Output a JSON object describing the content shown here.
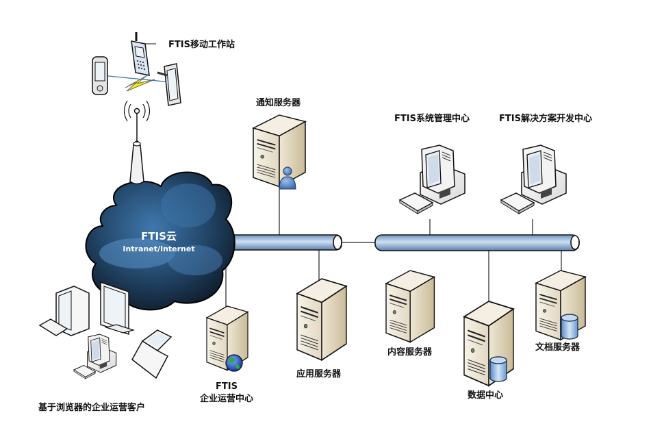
{
  "diagram": {
    "cloud": {
      "title": "FTIS云",
      "subtitle": "Intranet/Internet"
    },
    "labels": {
      "mobile_station": "FTIS移动工作站",
      "notify_server": "通知服务器",
      "sys_mgmt_center": "FTIS系统管理中心",
      "solution_dev_center": "FTIS解决方案开发中心",
      "enterprise_ops_center_line1": "FTIS",
      "enterprise_ops_center_line2": "企业运营中心",
      "app_server": "应用服务器",
      "content_server": "内容服务器",
      "data_center": "数据中心",
      "doc_server": "文档服务器",
      "browser_clients": "基于浏览器的企业运营客户"
    },
    "colors": {
      "cloud_dark": "#16293d",
      "cloud_mid": "#2e5f8c",
      "cloud_light": "#4a86bf",
      "pipe": "#8fb0d6",
      "pipe_light": "#c9daee",
      "server_body": "#e8e0cc",
      "server_side": "#cfc3a5",
      "bolt": "#f4f000",
      "db": "#8db4e0"
    }
  }
}
